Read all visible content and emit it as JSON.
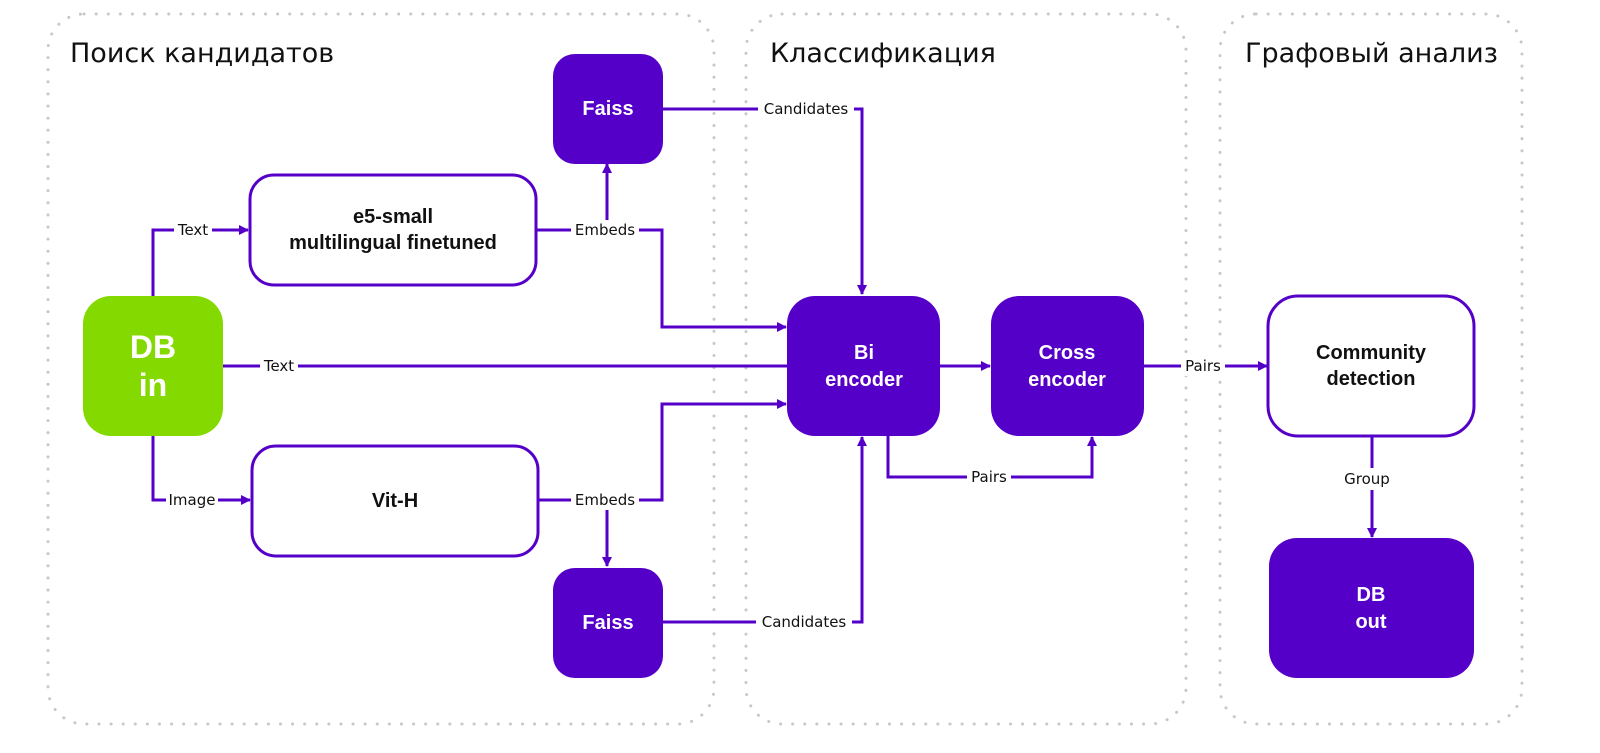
{
  "colors": {
    "accent": "#5500c8",
    "green": "#84d900",
    "edge": "#5500c8",
    "panel_border": "#c8c8c8",
    "text_dark": "#111111",
    "text_light": "#ffffff"
  },
  "panels": [
    {
      "id": "candidate-search",
      "title": "Поиск кандидатов"
    },
    {
      "id": "classification",
      "title": "Классификация"
    },
    {
      "id": "graph-analysis",
      "title": "Графовый анализ"
    }
  ],
  "nodes": [
    {
      "id": "db-in",
      "lines": [
        "DB",
        "in"
      ],
      "style": "green"
    },
    {
      "id": "e5-small",
      "lines": [
        "e5-small",
        "multilingual finetuned"
      ],
      "style": "outline"
    },
    {
      "id": "vit-h",
      "lines": [
        "Vit-H"
      ],
      "style": "outline"
    },
    {
      "id": "faiss-top",
      "lines": [
        "Faiss"
      ],
      "style": "filled"
    },
    {
      "id": "faiss-bottom",
      "lines": [
        "Faiss"
      ],
      "style": "filled"
    },
    {
      "id": "bi-encoder",
      "lines": [
        "Bi",
        "encoder"
      ],
      "style": "filled"
    },
    {
      "id": "cross-encoder",
      "lines": [
        "Cross",
        "encoder"
      ],
      "style": "filled"
    },
    {
      "id": "community-detection",
      "lines": [
        "Community",
        "detection"
      ],
      "style": "outline"
    },
    {
      "id": "db-out",
      "lines": [
        "DB",
        "out"
      ],
      "style": "filled"
    }
  ],
  "edges": [
    {
      "id": "dbin-e5",
      "from": "db-in",
      "to": "e5-small",
      "label": "Text"
    },
    {
      "id": "dbin-bi",
      "from": "db-in",
      "to": "bi-encoder",
      "label": "Text"
    },
    {
      "id": "dbin-vit",
      "from": "db-in",
      "to": "vit-h",
      "label": "Image"
    },
    {
      "id": "e5-faiss",
      "from": "e5-small",
      "to": "faiss-top",
      "label": "Embeds"
    },
    {
      "id": "e5-bi",
      "from": "e5-small",
      "to": "bi-encoder",
      "label": ""
    },
    {
      "id": "vit-faiss",
      "from": "vit-h",
      "to": "faiss-bottom",
      "label": "Embeds"
    },
    {
      "id": "vit-bi",
      "from": "vit-h",
      "to": "bi-encoder",
      "label": ""
    },
    {
      "id": "faisstop-bi",
      "from": "faiss-top",
      "to": "bi-encoder",
      "label": "Candidates"
    },
    {
      "id": "faissbot-bi",
      "from": "faiss-bottom",
      "to": "bi-encoder",
      "label": "Candidates"
    },
    {
      "id": "bi-cross",
      "from": "bi-encoder",
      "to": "cross-encoder",
      "label": ""
    },
    {
      "id": "bi-cross-pairs",
      "from": "bi-encoder",
      "to": "cross-encoder",
      "label": "Pairs"
    },
    {
      "id": "cross-community",
      "from": "cross-encoder",
      "to": "community-detection",
      "label": "Pairs"
    },
    {
      "id": "community-dbout",
      "from": "community-detection",
      "to": "db-out",
      "label": "Group"
    }
  ]
}
